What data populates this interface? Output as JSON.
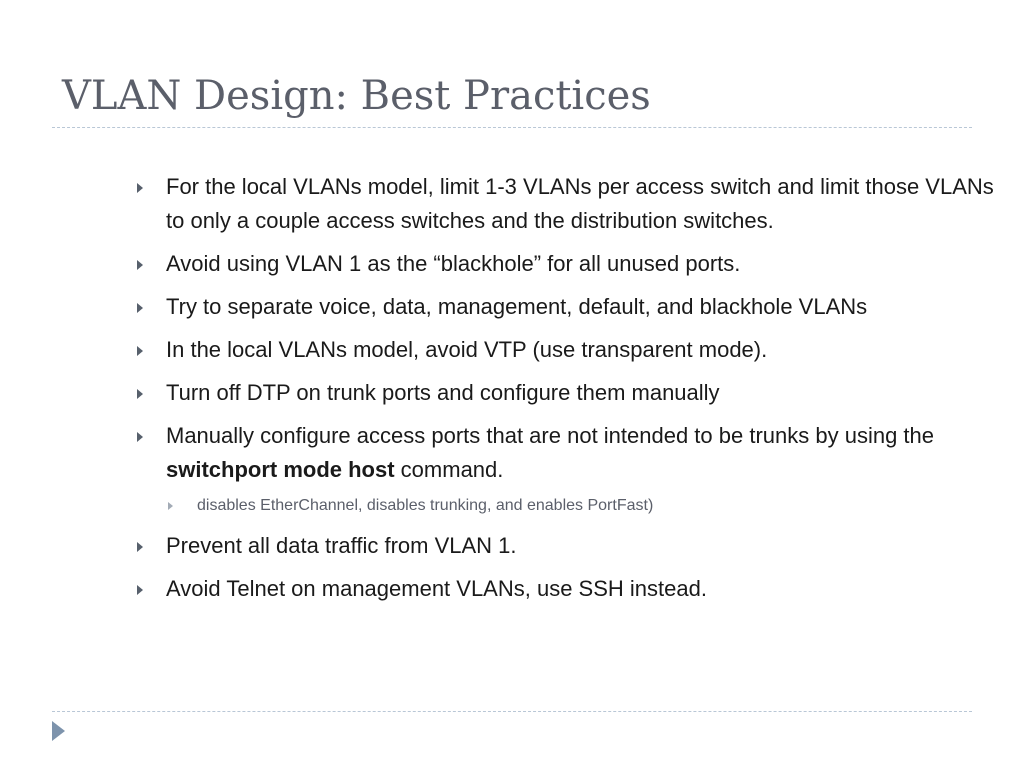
{
  "slide": {
    "title": "VLAN Design: Best Practices",
    "bullets": [
      {
        "text": " For the local VLANs model, limit 1-3 VLANs per access switch and limit those VLANs to only a couple access switches and the distribution switches."
      },
      {
        "text": "Avoid using VLAN 1 as the “blackhole” for all unused ports."
      },
      {
        "text": "Try to separate voice, data, management, default, and blackhole VLANs"
      },
      {
        "text": "In the local VLANs model, avoid VTP (use transparent mode)."
      },
      {
        "text": "Turn off DTP on trunk ports and configure them manually"
      },
      {
        "prefix": "Manually configure access ports that are not intended to be trunks by using the ",
        "emphasis": "switchport mode host",
        "suffix": " command."
      },
      {
        "text": "disables EtherChannel, disables trunking, and enables PortFast)"
      },
      {
        "text": "Prevent all data traffic from VLAN 1."
      },
      {
        "text": "Avoid Telnet on management VLANs, use SSH instead."
      }
    ]
  },
  "icons": {
    "bullet": "triangle-right-icon",
    "sub_bullet": "triangle-right-small-icon",
    "nav": "play-triangle-icon"
  },
  "colors": {
    "title": "#5b5f6a",
    "body_text": "#1a1a1a",
    "sub_text": "#5b5f6a",
    "bullet": "#57606c",
    "rule": "#b9c7d6",
    "nav_arrow": "#7d93ac"
  }
}
